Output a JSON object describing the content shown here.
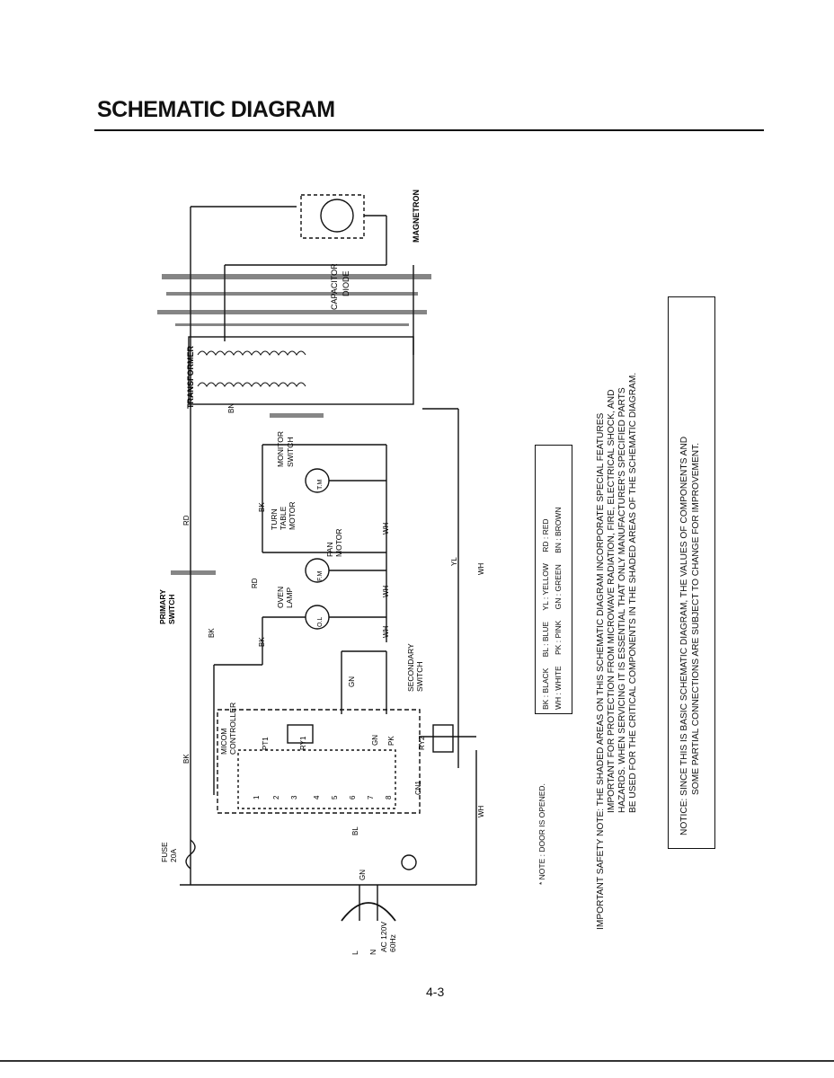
{
  "page": {
    "title": "SCHEMATIC DIAGRAM",
    "page_number": "4-3"
  },
  "components": {
    "fuse": "FUSE",
    "fuse_rating": "20A",
    "primary_switch": "PRIMARY",
    "primary_switch_2": "SWITCH",
    "secondary_switch": "SECONDARY",
    "secondary_switch_2": "SWITCH",
    "monitor_switch": "MONITOR",
    "monitor_switch_2": "SWITCH",
    "hv_transformer": "TRANSFORMER",
    "hv_capacitor": "CAPACITOR",
    "diode": "DIODE",
    "magnetron": "MAGNETRON",
    "micom_controller": "MICOM",
    "micom_controller_2": "CONTROLLER",
    "turntable_motor": "TURN",
    "turntable_motor_2": "TABLE",
    "turntable_motor_3": "MOTOR",
    "fan_motor": "FAN",
    "fan_motor_2": "MOTOR",
    "oven_lamp": "OVEN",
    "oven_lamp_2": "LAMP",
    "ac_source": "AC 120V",
    "ac_freq": "60Hz",
    "line_l": "L",
    "line_n": "N",
    "tag_tm": "T.M",
    "tag_fm": "F.M",
    "tag_ol": "O.L",
    "tag_pt1": "PT1",
    "tag_ry1": "RY1",
    "tag_ry2": "RY2",
    "tag_cn1": "CN1"
  },
  "wires": {
    "rd": "RD",
    "bk": "BK",
    "wh": "WH",
    "yl": "YL",
    "gn": "GN",
    "pk": "PK",
    "bl": "BL",
    "bn": "BN"
  },
  "connector_pins": [
    "1",
    "2",
    "3",
    "4",
    "5",
    "6",
    "7",
    "8"
  ],
  "legend": {
    "row1": [
      "BK : BLACK",
      "BL : BLUE",
      "YL : YELLOW",
      "RD : RED"
    ],
    "row2": [
      "WH : WHITE",
      "PK : PINK",
      "GN : GREEN",
      "BN : BROWN"
    ]
  },
  "door_note": "* NOTE : DOOR IS OPENED.",
  "safety_note": {
    "lines": [
      "IMPORTANT SAFETY NOTE: THE SHADED AREAS ON THIS SCHEMATIC DIAGRAM INCORPORATE SPECIAL FEATURES",
      "IMPORTANT FOR PROTECTION FROM MICROWAVE RADIATION, FIRE, ELECTRICAL SHOCK, AND",
      "HAZARDS. WHEN SERVICING IT IS ESSENTIAL THAT ONLY MANUFACTURER'S SPECIFIED PARTS",
      "BE USED FOR THE CRITICAL COMPONENTS IN THE SHADED AREAS OF THE SCHEMATIC DIAGRAM."
    ]
  },
  "notice": {
    "lines": [
      "NOTICE: SINCE THIS IS BASIC SCHEMATIC DIAGRAM, THE VALUES OF COMPONENTS AND",
      "SOME PARTIAL CONNECTIONS ARE SUBJECT TO CHANGE FOR IMPROVEMENT."
    ]
  }
}
